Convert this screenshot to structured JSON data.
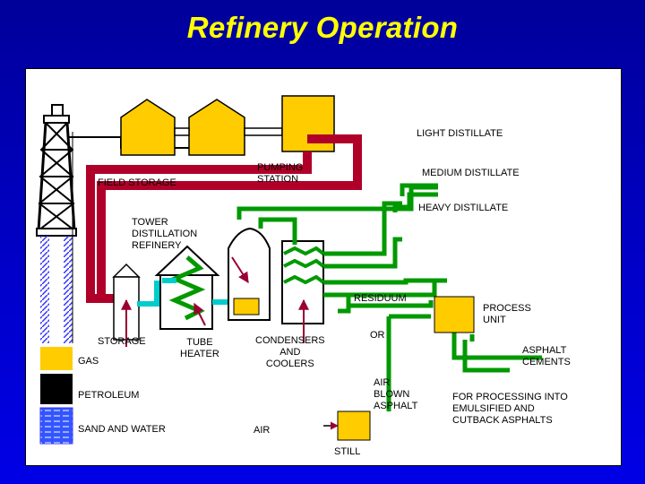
{
  "title": "Refinery Operation",
  "labels": {
    "light_distillate": "LIGHT DISTILLATE",
    "medium_distillate": "MEDIUM DISTILLATE",
    "heavy_distillate": "HEAVY DISTILLATE",
    "pumping_station": "PUMPING\nSTATION",
    "field_storage": "FIELD STORAGE",
    "tower_distillation_refinery": "TOWER\nDISTILLATION\nREFINERY",
    "residuum": "RESIDUUM",
    "process_unit": "PROCESS\nUNIT",
    "or": "OR",
    "asphalt_cements": "ASPHALT\nCEMENTS",
    "storage": "STORAGE",
    "gas": "GAS",
    "tube_heater": "TUBE\nHEATER",
    "condensers_and_coolers": "CONDENSERS\nAND\nCOOLERS",
    "air_blown_asphalt": "AIR\nBLOWN\nASPHALT",
    "for_processing": "FOR PROCESSING INTO\nEMULSIFIED AND\nCUTBACK ASPHALTS",
    "petroleum": "PETROLEUM",
    "sand_and_water": "SAND AND WATER",
    "air": "AIR",
    "still": "STILL"
  },
  "colors": {
    "background": "#0000c8",
    "title": "#ffff00",
    "storage_fill": "#ffcc00",
    "crude_pipe": "#b0002a",
    "product_pipe": "#009900",
    "tube_heater_pipe": "#00cccc",
    "gas_layer": "#ffcc00",
    "petroleum_layer": "#000000",
    "sand_water_layer": "#3333ff",
    "flow_arrow": "#990033"
  }
}
